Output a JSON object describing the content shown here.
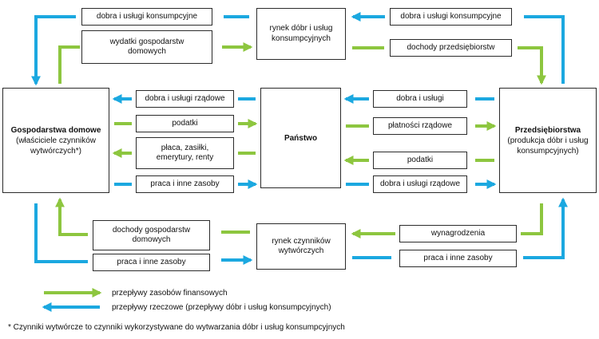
{
  "colors": {
    "financial": "#8DC63F",
    "material": "#1BA8E0",
    "border": "#2b2b2b"
  },
  "nodes": {
    "households": {
      "title": "Gospodarstwa domowe",
      "subtitle": "(właściciele czynników\nwytwórczych*)"
    },
    "state": {
      "title": "Państwo"
    },
    "enterprises": {
      "title": "Przedsiębiorstwa",
      "subtitle": "(produkcja dóbr i usług\nkonsumpcyjnych)"
    },
    "goods_market": {
      "title": "rynek dóbr i usług\nkonsumpcyjnych"
    },
    "factor_market": {
      "title": "rynek czynników\nwytwórczych"
    }
  },
  "labels": {
    "top_left_goods": "dobra i usługi konsumpcyjne",
    "top_left_spending": "wydatki gospodarstw\ndomowych",
    "top_right_goods": "dobra i usługi konsumpcyjne",
    "top_right_revenue": "dochody przedsiębiorstw",
    "mid_left_gov_goods": "dobra i usługi rządowe",
    "mid_left_taxes": "podatki",
    "mid_left_transfers": "płaca, zasiłki,\nemerytury, renty",
    "mid_left_resources": "praca i inne zasoby",
    "mid_right_goods": "dobra i usługi",
    "mid_right_payments": "płatności rządowe",
    "mid_right_taxes": "podatki",
    "mid_right_gov_goods": "dobra i usługi rządowe",
    "bottom_left_income": "dochody gospodarstw\ndomowych",
    "bottom_left_resources": "praca i inne zasoby",
    "bottom_right_wages": "wynagrodzenia",
    "bottom_right_resources": "praca i inne zasoby"
  },
  "legend": {
    "financial": "przepływy zasobów finansowych",
    "material": "przepływy rzeczowe (przepływy dóbr i usług konsumpcyjnych)"
  },
  "footnote": "* Czynniki wytwórcze to czynniki wykorzystywane do wytwarzania dóbr i usług konsumpcyjnych"
}
